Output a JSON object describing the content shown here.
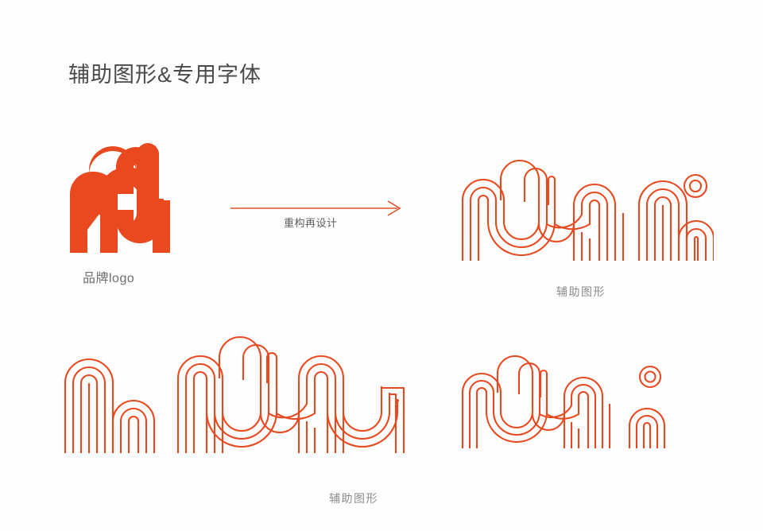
{
  "slide": {
    "title": "辅助图形&专用字体",
    "background_color": "#fefefe",
    "brand_color": "#e8491f",
    "title_color": "#4a4a4a",
    "caption_color": "#8c8c8c"
  },
  "logo_section": {
    "caption": "品牌logo",
    "icon_name": "brand-logo-mark",
    "fill_color": "#e8491f"
  },
  "transform": {
    "label": "重构再设计",
    "icon_name": "right-arrow-icon",
    "stroke_color": "#e2502a"
  },
  "graphics": {
    "top_right": {
      "caption": "辅助图形",
      "icon_name": "auxiliary-pattern-top-right",
      "stroke_color": "#e8491f",
      "line_count": 3
    },
    "bottom_left": {
      "icon_name": "auxiliary-pattern-bottom-left",
      "stroke_color": "#e8491f",
      "line_count": 3
    },
    "bottom_right": {
      "icon_name": "auxiliary-pattern-bottom-right",
      "stroke_color": "#e8491f",
      "line_count": 3
    },
    "bottom_caption": "辅助图形"
  }
}
